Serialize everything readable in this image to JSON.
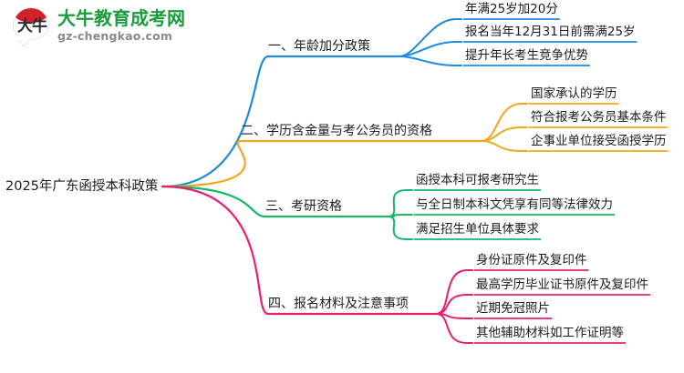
{
  "branding": {
    "logo_cn": "大牛",
    "site_name": "大牛教育成考网",
    "site_url": "gz-chengkao.com",
    "brand_green": "#1a9c3c",
    "brand_red": "#d5202a"
  },
  "mindmap": {
    "root": "2025年广东函授本科政策",
    "branches": [
      {
        "label": "一、年龄加分政策",
        "color": "#1f8ae0",
        "children": [
          "年满25岁加20分",
          "报名当年12月31日前需满25岁",
          "提升年长考生竞争优势"
        ]
      },
      {
        "label": "二、学历含金量与考公务员的资格",
        "color": "#f0a81e",
        "children": [
          "国家承认的学历",
          "符合报考公务员基本条件",
          "企事业单位接受函授学历"
        ]
      },
      {
        "label": "三、考研资格",
        "color": "#14b866",
        "children": [
          "函授本科可报考研究生",
          "与全日制本科文凭享有同等法律效力",
          "满足招生单位具体要求"
        ]
      },
      {
        "label": "四、报名材料及注意事项",
        "color": "#ec1d72",
        "children": [
          "身份证原件及复印件",
          "最高学历毕业证书原件及复印件",
          "近期免冠照片",
          "其他辅助材料如工作证明等"
        ]
      }
    ]
  }
}
